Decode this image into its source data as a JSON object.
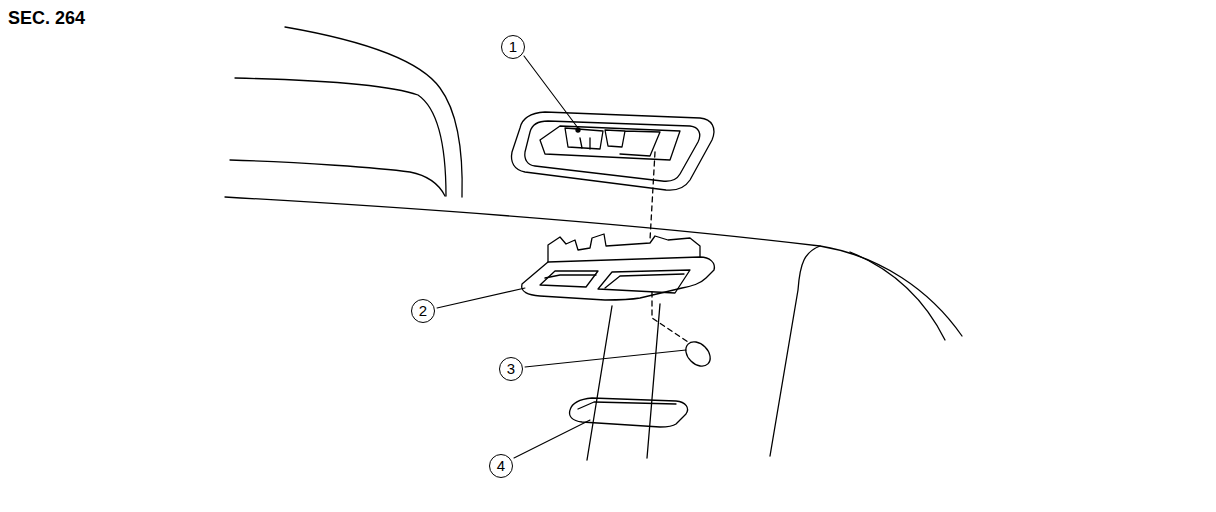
{
  "diagram": {
    "labels": [
      "SEC. 264",
      "1",
      "2",
      "3",
      "4"
    ]
  }
}
